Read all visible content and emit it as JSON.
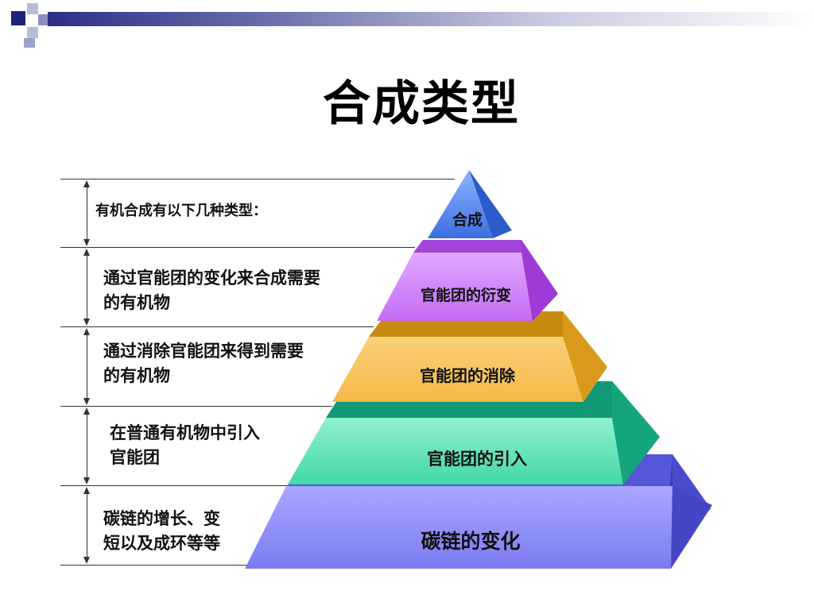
{
  "title": "合成类型",
  "intro": "有机合成有以下几种类型：",
  "levels": [
    {
      "label": "合成",
      "description": ""
    },
    {
      "label": "官能团的衍变",
      "description_line1": "通过官能团的变化来合成需要",
      "description_line2": "的有机物"
    },
    {
      "label": "官能团的消除",
      "description_line1": "通过消除官能团来得到需要",
      "description_line2": "的有机物"
    },
    {
      "label": "官能团的引入",
      "description_line1": "在普通有机物中引入",
      "description_line2": "官能团"
    },
    {
      "label": "碳链的变化",
      "description_line1": "碳链的增长、变",
      "description_line2": "短以及成环等等"
    }
  ],
  "colors": {
    "level1": "#5b86e6",
    "level2": "#c060f0",
    "level3": "#f0b040",
    "level4": "#33cc99",
    "level5": "#6f6ff0",
    "banner": "#2a2f86"
  }
}
